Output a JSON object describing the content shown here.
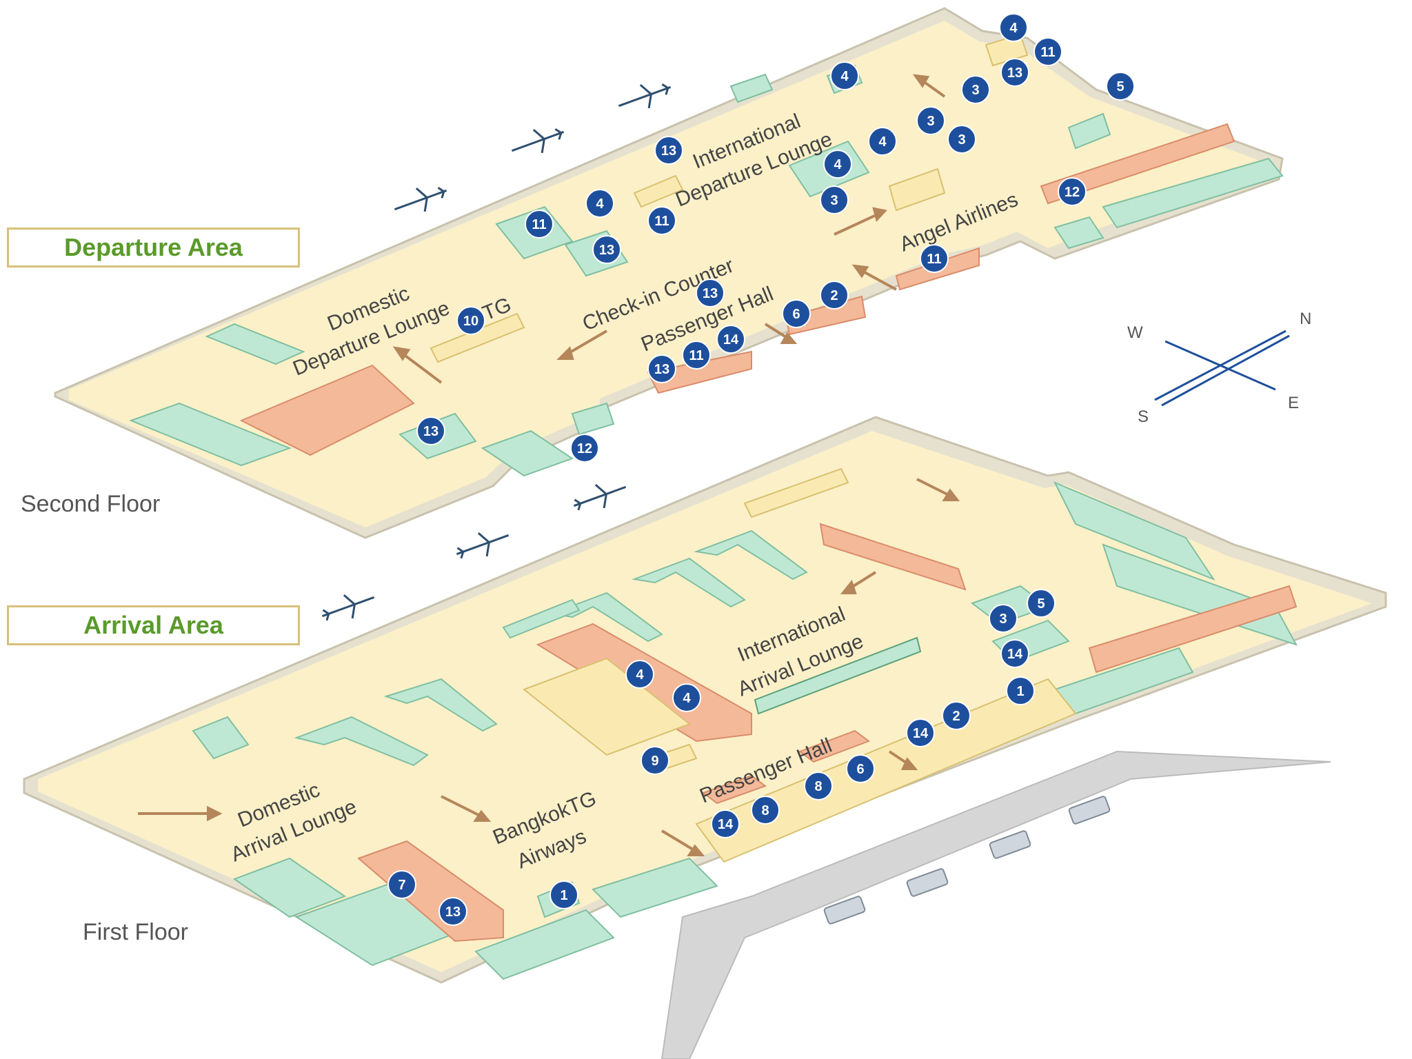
{
  "legend": {
    "departure_area": "Departure Area",
    "arrival_area": "Arrival Area"
  },
  "floors": {
    "second": "Second Floor",
    "first": "First Floor"
  },
  "second_floor_labels": {
    "intl_departure_1": "International",
    "intl_departure_2": "Departure Lounge",
    "dom_departure_1": "Domestic",
    "dom_departure_2": "Departure Lounge",
    "checkin": "Check-in Counter",
    "passenger_hall": "Passenger Hall",
    "angel": "Angel Airlines",
    "tg": "TG"
  },
  "first_floor_labels": {
    "intl_arrival_1": "International",
    "intl_arrival_2": "Arrival Lounge",
    "dom_arrival_1": "Domestic",
    "dom_arrival_2": "Arrival Lounge",
    "passenger_hall": "Passenger Hall",
    "bangkok_tg": "BangkokTG",
    "airways": "Airways"
  },
  "compass": {
    "n": "N",
    "s": "S",
    "e": "E",
    "w": "W"
  },
  "markers_second": [
    "4",
    "11",
    "13",
    "5",
    "4",
    "3",
    "3",
    "3",
    "4",
    "4",
    "3",
    "13",
    "4",
    "11",
    "11",
    "13",
    "12",
    "11",
    "2",
    "6",
    "10",
    "13",
    "14",
    "11",
    "13",
    "13",
    "12"
  ],
  "markers_first": [
    "3",
    "5",
    "14",
    "1",
    "4",
    "4",
    "2",
    "14",
    "9",
    "6",
    "8",
    "8",
    "14",
    "7",
    "13",
    "1"
  ],
  "colors": {
    "floor": "#fbf0c8",
    "wall": "#e6e1cf",
    "green": "#bfe8d4",
    "salmon": "#f4b999",
    "yellow": "#faeab2",
    "marker": "#1e4f9c",
    "road": "#d6d6d6"
  }
}
